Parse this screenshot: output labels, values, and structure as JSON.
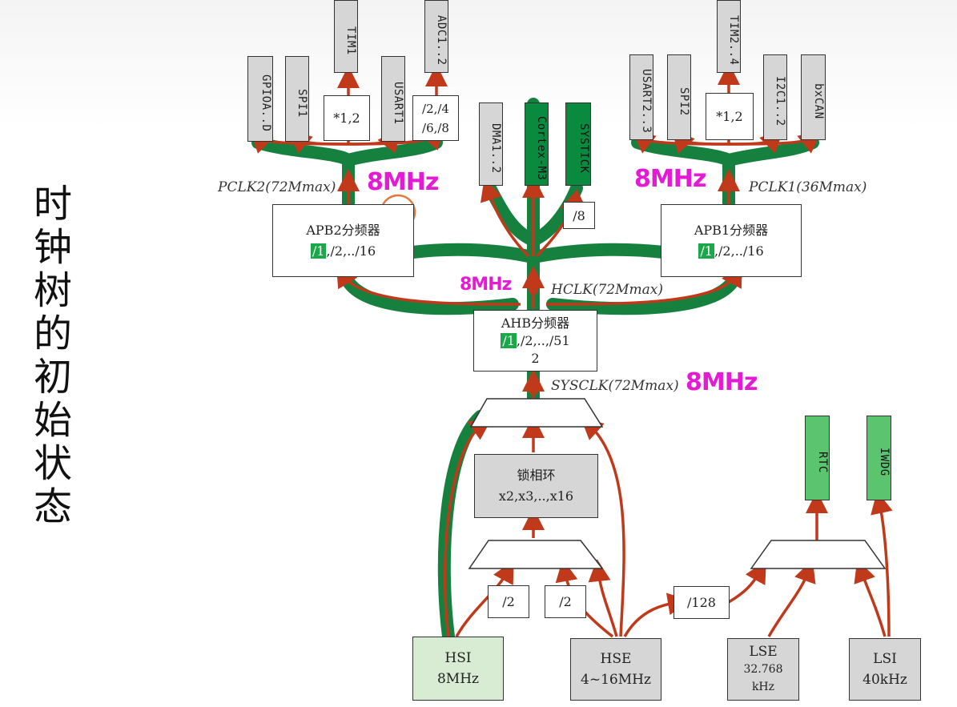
{
  "title": "时钟树的初始状态",
  "apb2_peripherals": [
    "GPIOA..D",
    "SPI1",
    "TIM1",
    "USART1",
    "ADC1..2"
  ],
  "apb2_tim_mult": "*1,2",
  "apb2_adc_div": [
    "/2,/4",
    "/6,/8"
  ],
  "apb1_peripherals": [
    "USART2..3",
    "SPI2",
    "TIM2..4",
    "I2C1..2",
    "bxCAN"
  ],
  "apb1_tim_mult": "*1,2",
  "ahb_peripherals": [
    "DMA1..2",
    "Cortex-M3",
    "SYSTICK"
  ],
  "systick_div": "/8",
  "pclk2": "PCLK2(72Mmax)",
  "pclk1": "PCLK1(36Mmax)",
  "hclk": "HCLK(72Mmax)",
  "sysclk": "SYSCLK(72Mmax)",
  "apb2_prescaler": {
    "title": "APB2分频器",
    "hl": "/1",
    "rest": ",/2,../16"
  },
  "apb1_prescaler": {
    "title": "APB1分频器",
    "hl": "/1",
    "rest": ",/2,../16"
  },
  "ahb_prescaler": {
    "title": "AHB分频器",
    "hl": "/1",
    "rest": ",/2,..,/51",
    "line2": "2"
  },
  "pll": {
    "title": "锁相环",
    "factors": "x2,x3,..,x16"
  },
  "div2_a": "/2",
  "div2_b": "/2",
  "div128": "/128",
  "hsi": {
    "name": "HSI",
    "freq": "8MHz"
  },
  "hse": {
    "name": "HSE",
    "freq": "4~16MHz"
  },
  "lse": {
    "name": "LSE",
    "freq1": "32.768",
    "freq2": "kHz"
  },
  "lsi": {
    "name": "LSI",
    "freq": "40kHz"
  },
  "rtc": "RTC",
  "iwdg": "IWDG",
  "annotations": {
    "pclk2_freq": "8MHz",
    "pclk1_freq": "8MHz",
    "hclk_freq": "8MHz",
    "sysclk_freq": "8MHz"
  },
  "colors": {
    "arrow": "#c0391b",
    "highlight_path": "#0a7a35",
    "handwriting": "#e51ad5"
  }
}
